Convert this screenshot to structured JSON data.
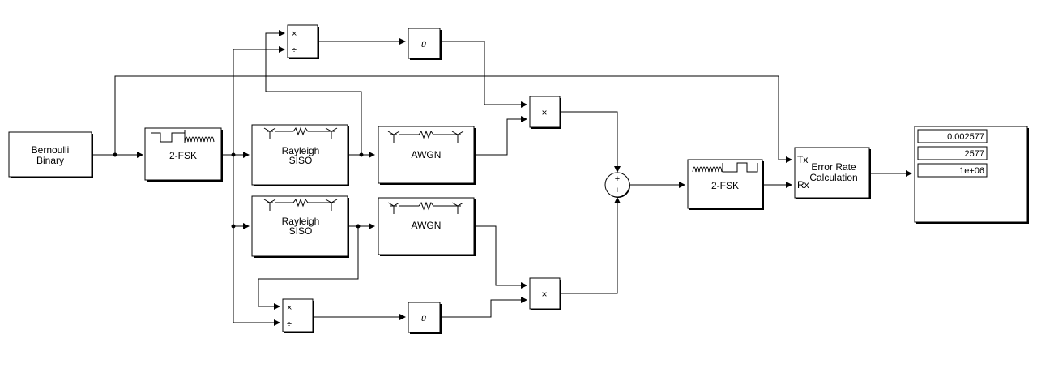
{
  "blocks": {
    "bernoulli": {
      "line1": "Bernoulli",
      "line2": "Binary"
    },
    "fsk_mod": {
      "label": "2-FSK"
    },
    "rayleigh_top": {
      "line1": "Rayleigh",
      "line2": "SISO"
    },
    "rayleigh_bottom": {
      "line1": "Rayleigh",
      "line2": "SISO"
    },
    "awgn_top": {
      "label": "AWGN"
    },
    "awgn_bottom": {
      "label": "AWGN"
    },
    "divide_top": {
      "mul": "×",
      "div": "÷"
    },
    "divide_bottom": {
      "mul": "×",
      "div": "÷"
    },
    "conj_top": {
      "label": "ū"
    },
    "conj_bottom": {
      "label": "ū"
    },
    "product_top": {
      "label": "×"
    },
    "product_bottom": {
      "label": "×"
    },
    "sum": {
      "plus1": "+",
      "plus2": "+"
    },
    "fsk_demod": {
      "label": "2-FSK"
    },
    "error_rate": {
      "line1": "Error Rate",
      "line2": "Calculation",
      "port_tx": "Tx",
      "port_rx": "Rx"
    },
    "display": {
      "values": [
        "0.002577",
        "2577",
        "1e+06"
      ]
    }
  }
}
